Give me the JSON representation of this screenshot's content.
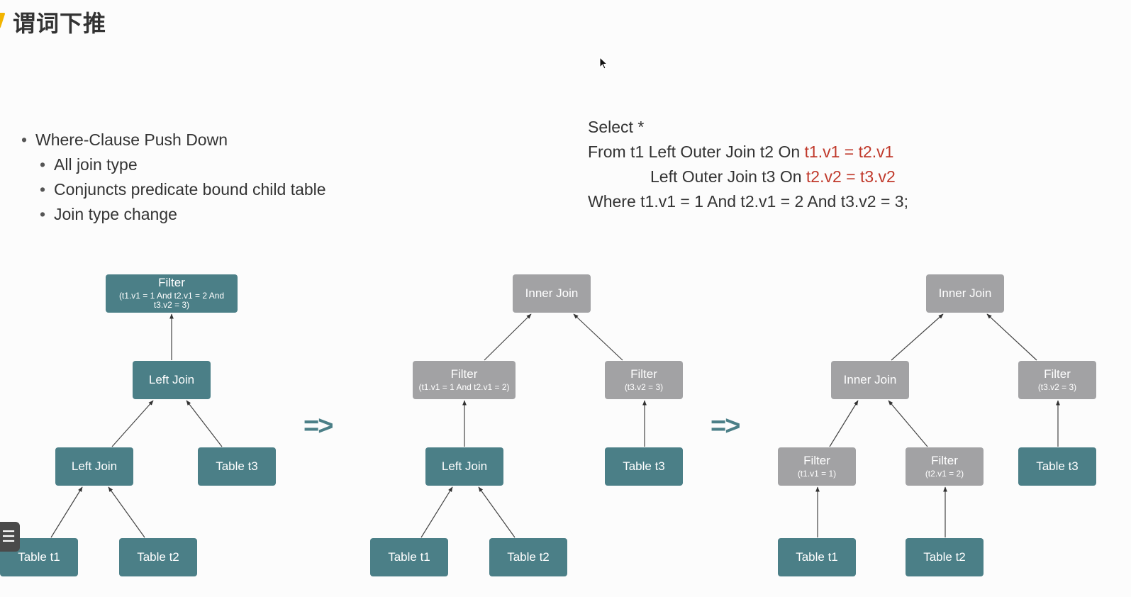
{
  "title": "谓词下推",
  "bullets": {
    "main": "Where-Clause Push Down",
    "subs": [
      "All join type",
      "Conjuncts predicate bound child table",
      "Join type change"
    ]
  },
  "sql": {
    "l1": "Select *",
    "l2_pre": "From t1  Left Outer Join t2 On ",
    "l2_red": "t1.v1 = t2.v1",
    "l3_pre": "Left Outer Join t3 On ",
    "l3_red": "t2.v2 = t3.v2",
    "l4": "Where t1.v1 = 1 And t2.v1 = 2 And t3.v2 = 3;"
  },
  "arrow_op": "=>",
  "diagram1": {
    "filter_label": "Filter",
    "filter_cond_1": "(t1.v1 = 1 And t2.v1 = 2 And",
    "filter_cond_2": "t3.v2 = 3)",
    "left_join_top": "Left Join",
    "left_join_bottom": "Left Join",
    "table_t3": "Table t3",
    "table_t1": "Table t1",
    "table_t2": "Table t2"
  },
  "diagram2": {
    "inner_join": "Inner Join",
    "filter_left_label": "Filter",
    "filter_left_cond": "(t1.v1 = 1 And t2.v1 = 2)",
    "filter_right_label": "Filter",
    "filter_right_cond": "(t3.v2 = 3)",
    "left_join": "Left Join",
    "table_t3": "Table t3",
    "table_t1": "Table t1",
    "table_t2": "Table t2"
  },
  "diagram3": {
    "inner_join_top": "Inner Join",
    "inner_join_mid": "Inner Join",
    "filter_right_label": "Filter",
    "filter_right_cond": "(t3.v2 = 3)",
    "filter_t1_label": "Filter",
    "filter_t1_cond": "(t1.v1 = 1)",
    "filter_t2_label": "Filter",
    "filter_t2_cond": "(t2.v1 = 2)",
    "table_t3": "Table t3",
    "table_t1": "Table t1",
    "table_t2": "Table t2"
  },
  "colors": {
    "teal": "#4b7f87",
    "gray": "#a2a2a4",
    "red": "#c0392b",
    "title_marker": "#f2b400"
  },
  "icons": {
    "cursor": "mouse-pointer-icon",
    "menu": "menu-icon"
  }
}
